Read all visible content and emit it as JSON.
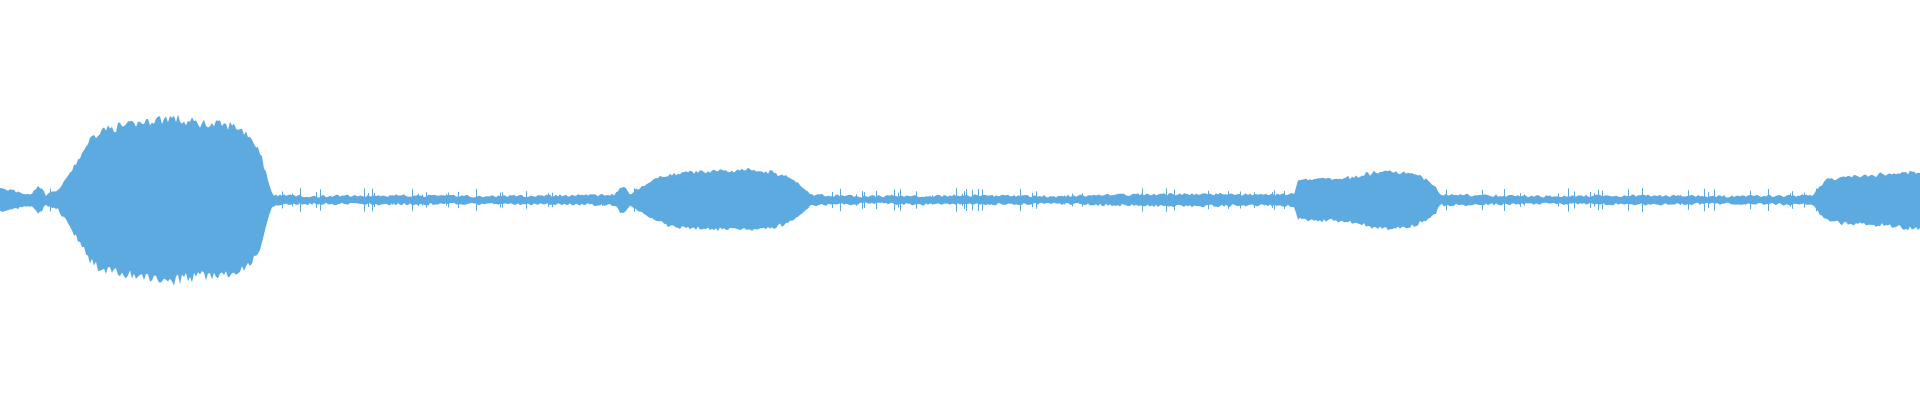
{
  "waveform": {
    "color": "#5DAAE0",
    "background": "#FFFFFF",
    "duration_fraction_axis": "0-1",
    "envelope": [
      [
        0.0,
        0.13
      ],
      [
        0.01,
        0.08
      ],
      [
        0.016,
        0.05
      ],
      [
        0.02,
        0.16
      ],
      [
        0.024,
        0.05
      ],
      [
        0.03,
        0.1
      ],
      [
        0.034,
        0.22
      ],
      [
        0.04,
        0.45
      ],
      [
        0.046,
        0.7
      ],
      [
        0.052,
        0.85
      ],
      [
        0.06,
        0.88
      ],
      [
        0.07,
        0.92
      ],
      [
        0.08,
        0.97
      ],
      [
        0.088,
        1.0
      ],
      [
        0.098,
        0.95
      ],
      [
        0.11,
        0.92
      ],
      [
        0.122,
        0.9
      ],
      [
        0.13,
        0.8
      ],
      [
        0.136,
        0.55
      ],
      [
        0.14,
        0.18
      ],
      [
        0.142,
        0.05
      ],
      [
        0.16,
        0.03
      ],
      [
        0.2,
        0.04
      ],
      [
        0.25,
        0.03
      ],
      [
        0.3,
        0.04
      ],
      [
        0.32,
        0.05
      ],
      [
        0.324,
        0.16
      ],
      [
        0.328,
        0.06
      ],
      [
        0.332,
        0.12
      ],
      [
        0.34,
        0.22
      ],
      [
        0.348,
        0.3
      ],
      [
        0.36,
        0.33
      ],
      [
        0.375,
        0.34
      ],
      [
        0.39,
        0.35
      ],
      [
        0.402,
        0.33
      ],
      [
        0.412,
        0.26
      ],
      [
        0.418,
        0.14
      ],
      [
        0.422,
        0.05
      ],
      [
        0.45,
        0.03
      ],
      [
        0.5,
        0.04
      ],
      [
        0.55,
        0.03
      ],
      [
        0.58,
        0.05
      ],
      [
        0.62,
        0.06
      ],
      [
        0.66,
        0.05
      ],
      [
        0.674,
        0.06
      ],
      [
        0.676,
        0.22
      ],
      [
        0.686,
        0.25
      ],
      [
        0.696,
        0.24
      ],
      [
        0.706,
        0.28
      ],
      [
        0.716,
        0.32
      ],
      [
        0.726,
        0.34
      ],
      [
        0.736,
        0.31
      ],
      [
        0.742,
        0.25
      ],
      [
        0.748,
        0.14
      ],
      [
        0.75,
        0.05
      ],
      [
        0.8,
        0.03
      ],
      [
        0.85,
        0.04
      ],
      [
        0.9,
        0.03
      ],
      [
        0.944,
        0.04
      ],
      [
        0.948,
        0.16
      ],
      [
        0.952,
        0.24
      ],
      [
        0.96,
        0.27
      ],
      [
        0.97,
        0.28
      ],
      [
        0.98,
        0.3
      ],
      [
        0.99,
        0.32
      ],
      [
        1.0,
        0.34
      ]
    ]
  }
}
